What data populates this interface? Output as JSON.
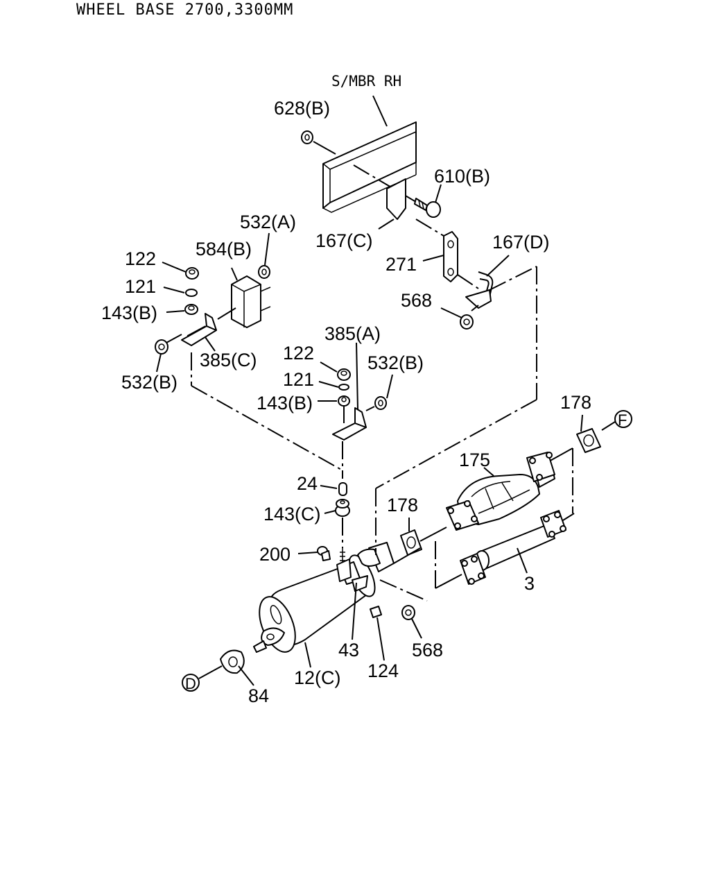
{
  "header": {
    "title": "WHEEL BASE 2700,3300MM"
  },
  "labels": {
    "smbr": "S/MBR RH",
    "p628b": "628(B)",
    "p610b": "610(B)",
    "p167c": "167(C)",
    "p271": "271",
    "p167d": "167(D)",
    "p568_top": "568",
    "p532a": "532(A)",
    "p584b": "584(B)",
    "p122_left": "122",
    "p121_left": "121",
    "p143b_left": "143(B)",
    "p385c": "385(C)",
    "p532b_left": "532(B)",
    "p385a": "385(A)",
    "p122_mid": "122",
    "p121_mid": "121",
    "p143b_mid": "143(B)",
    "p532b_mid": "532(B)",
    "p178_right": "178",
    "circle_f": "F",
    "p175": "175",
    "p178_mid": "178",
    "p24": "24",
    "p143c": "143(C)",
    "p200": "200",
    "p3": "3",
    "p568_bottom": "568",
    "p43": "43",
    "p124": "124",
    "p12c": "12(C)",
    "circle_d": "D",
    "p84": "84"
  }
}
